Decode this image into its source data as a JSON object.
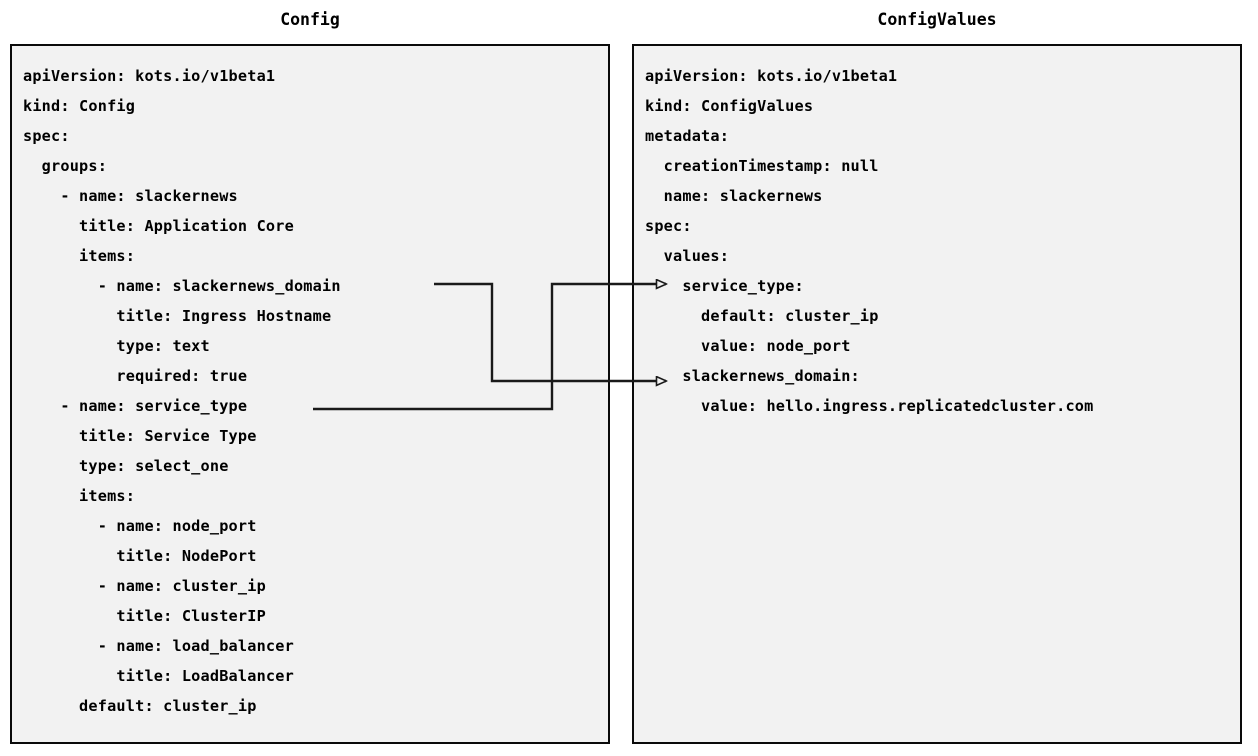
{
  "diagram": {
    "type": "two-panel-yaml-comparison",
    "background": "#ffffff",
    "panel_background": "#f2f2f2",
    "border_color": "#0a0a0a",
    "text_color": "#000000"
  },
  "left_panel": {
    "title": "Config",
    "lines": [
      "apiVersion: kots.io/v1beta1",
      "kind: Config",
      "spec:",
      "  groups:",
      "    - name: slackernews",
      "      title: Application Core",
      "      items:",
      "        - name: slackernews_domain",
      "          title: Ingress Hostname",
      "          type: text",
      "          required: true",
      "    - name: service_type",
      "      title: Service Type",
      "      type: select_one",
      "      items:",
      "        - name: node_port",
      "          title: NodePort",
      "        - name: cluster_ip",
      "          title: ClusterIP",
      "        - name: load_balancer",
      "          title: LoadBalancer",
      "      default: cluster_ip"
    ],
    "text": "apiVersion: kots.io/v1beta1\nkind: Config\nspec:\n  groups:\n    - name: slackernews\n      title: Application Core\n      items:\n        - name: slackernews_domain\n          title: Ingress Hostname\n          type: text\n          required: true\n    - name: service_type\n      title: Service Type\n      type: select_one\n      items:\n        - name: node_port\n          title: NodePort\n        - name: cluster_ip\n          title: ClusterIP\n        - name: load_balancer\n          title: LoadBalancer\n      default: cluster_ip"
  },
  "right_panel": {
    "title": "ConfigValues",
    "lines": [
      "apiVersion: kots.io/v1beta1",
      "kind: ConfigValues",
      "metadata:",
      "  creationTimestamp: null",
      "  name: slackernews",
      "spec:",
      "  values:",
      "    service_type:",
      "      default: cluster_ip",
      "      value: node_port",
      "    slackernews_domain:",
      "      value: hello.ingress.replicatedcluster.com"
    ],
    "text": "apiVersion: kots.io/v1beta1\nkind: ConfigValues\nmetadata:\n  creationTimestamp: null\n  name: slackernews\nspec:\n  values:\n    service_type:\n      default: cluster_ip\n      value: node_port\n    slackernews_domain:\n      value: hello.ingress.replicatedcluster.com"
  },
  "connectors": [
    {
      "id": "slackernews-domain-link",
      "from_label": "slackernews_domain",
      "to_label": "slackernews_domain:",
      "arrow": "open-triangle",
      "color": "#1a1a1a"
    },
    {
      "id": "service-type-link",
      "from_label": "service_type",
      "to_label": "service_type:",
      "arrow": "open-triangle",
      "color": "#1a1a1a"
    }
  ]
}
